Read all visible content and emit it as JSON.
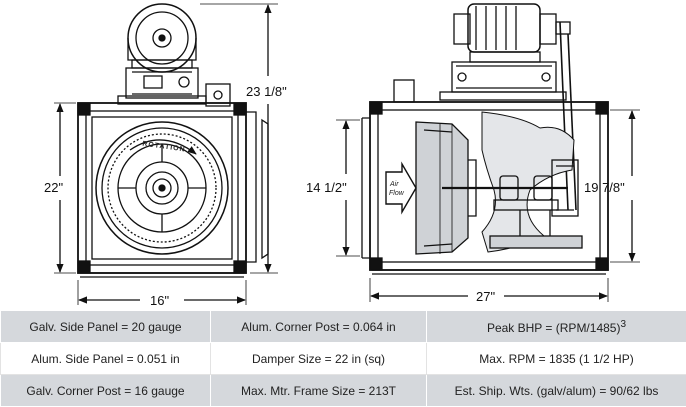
{
  "dimensions": {
    "side_height": "22\"",
    "side_width": "16\"",
    "overall_height": "23 1/8\"",
    "inlet_height": "14 1/2\"",
    "outlet_height": "19 7/8\"",
    "length": "27\""
  },
  "labels": {
    "rotation": "ROTATION",
    "air_flow_line1": "Air",
    "air_flow_line2": "Flow"
  },
  "specs": [
    {
      "style": "shaded",
      "cells": [
        {
          "text": "Galv. Side Panel = 20 gauge"
        },
        {
          "text": "Alum. Corner Post = 0.064 in"
        },
        {
          "text": "Peak BHP = (RPM/1485)",
          "sup": "3"
        }
      ]
    },
    {
      "style": "plain",
      "cells": [
        {
          "text": "Alum. Side Panel = 0.051 in"
        },
        {
          "text": "Damper Size = 22 in (sq)"
        },
        {
          "text": "Max. RPM = 1835 (1 1/2 HP)"
        }
      ]
    },
    {
      "style": "shaded",
      "cells": [
        {
          "text": "Galv. Corner Post = 16 gauge"
        },
        {
          "text": "Max. Mtr. Frame Size = 213T"
        },
        {
          "text": "Est. Ship. Wts. (galv/alum) = 90/62 lbs"
        }
      ]
    }
  ]
}
